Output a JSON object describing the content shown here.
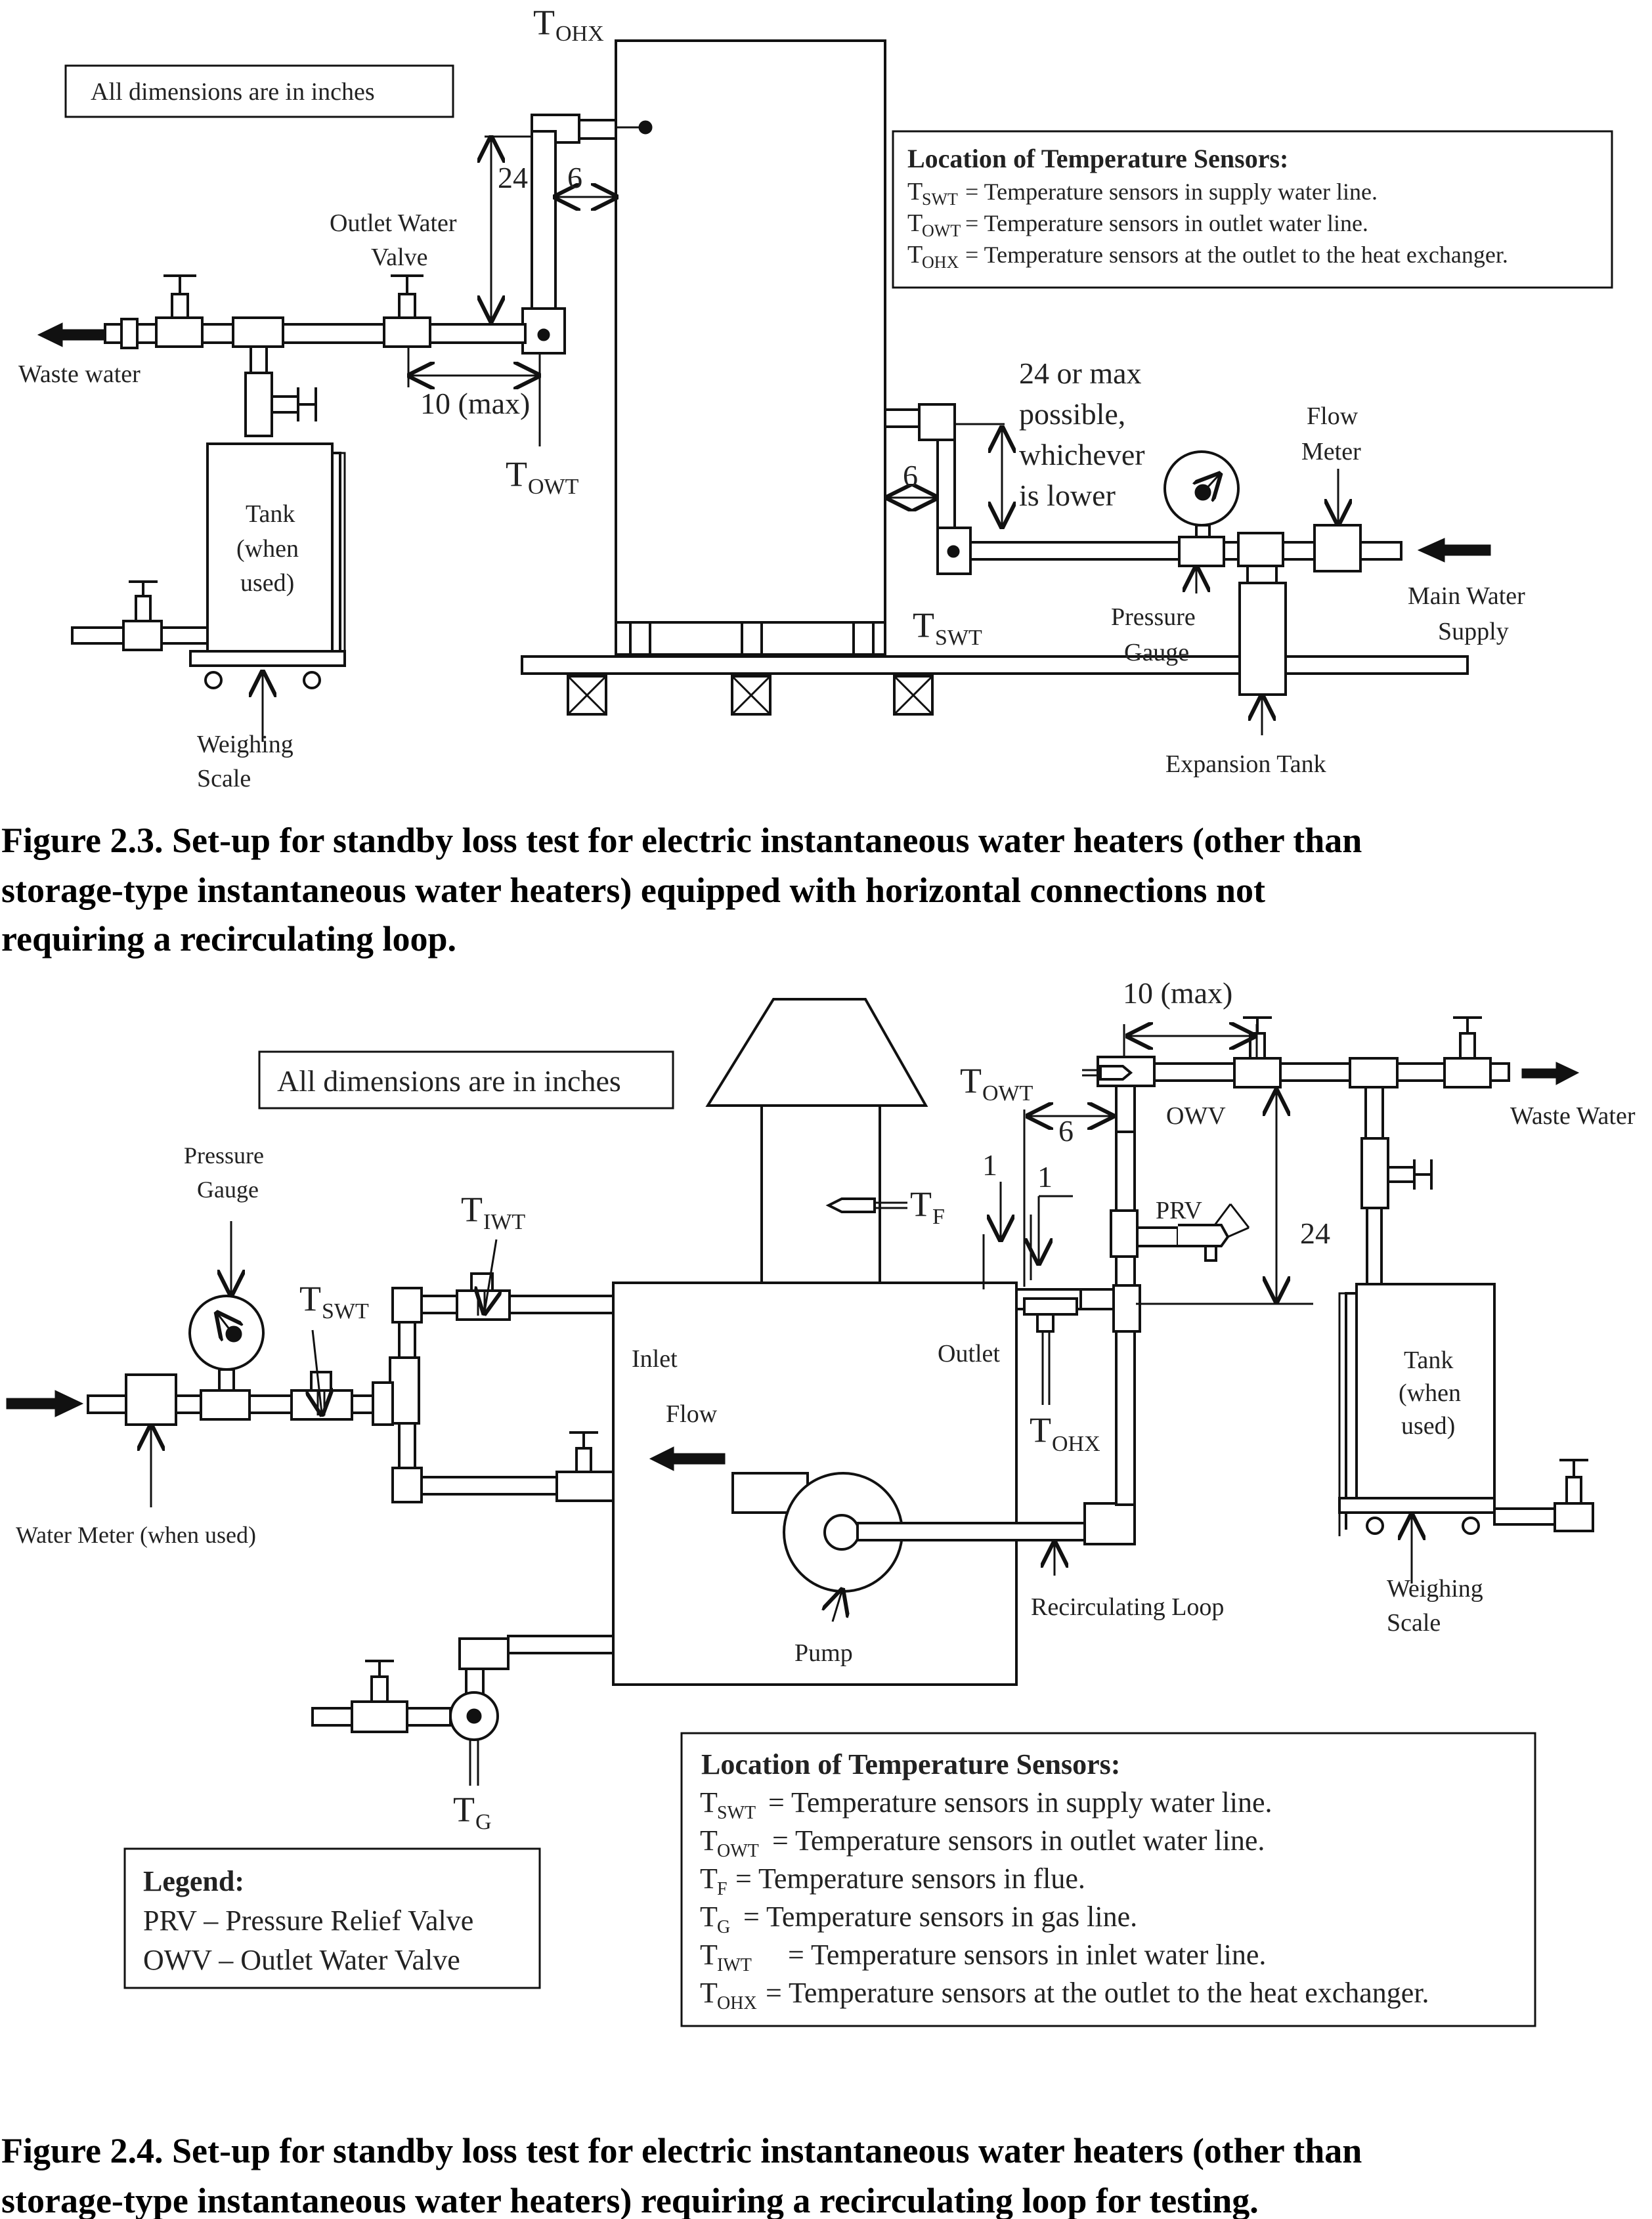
{
  "figure_top": {
    "dims_note": "All dimensions are in inches",
    "sensor_box": {
      "heading": "Location of Temperature Sensors:",
      "rows": [
        {
          "sym": "T",
          "sub": "SWT",
          "text": "= Temperature sensors in supply water line."
        },
        {
          "sym": "T",
          "sub": "OWT",
          "text": "= Temperature sensors in outlet water line."
        },
        {
          "sym": "T",
          "sub": "OHX",
          "text": "= Temperature sensors at the outlet to the heat exchanger."
        }
      ]
    },
    "labels": {
      "tohx": "T",
      "tohx_sub": "OHX",
      "towt": "T",
      "towt_sub": "OWT",
      "tswt": "T",
      "tswt_sub": "SWT",
      "outlet_valve_1": "Outlet Water",
      "outlet_valve_2": "Valve",
      "waste_water": "Waste water",
      "tank_1": "Tank",
      "tank_2": "(when",
      "tank_3": "used)",
      "weighing_1": "Weighing",
      "weighing_2": "Scale",
      "dim_24": "24",
      "dim_6a": "6",
      "dim_10": "10 (max)",
      "dim_6b": "6",
      "dim_24_note_1": "24 or max",
      "dim_24_note_2": "possible,",
      "dim_24_note_3": "whichever",
      "dim_24_note_4": "is lower",
      "flow_meter_1": "Flow",
      "flow_meter_2": "Meter",
      "pressure_gauge_1": "Pressure",
      "pressure_gauge_2": "Gauge",
      "main_supply_1": "Main Water",
      "main_supply_2": "Supply",
      "expansion_tank": "Expansion Tank"
    },
    "caption_lines": [
      "Figure 2.3.  Set-up for standby loss test for electric instantaneous water heaters (other than",
      "storage-type instantaneous water heaters) equipped with horizontal connections not",
      "requiring a recirculating loop."
    ]
  },
  "figure_bottom": {
    "dims_note": "All dimensions are in inches",
    "labels": {
      "dim_10": "10 (max)",
      "dim_6": "6",
      "dim_1a": "1",
      "dim_1b": "1",
      "dim_24": "24",
      "towt": "T",
      "towt_sub": "OWT",
      "owv": "OWV",
      "waste_water": "Waste Water",
      "tf": "T",
      "tf_sub": "F",
      "prv": "PRV",
      "pressure_gauge_1": "Pressure",
      "pressure_gauge_2": "Gauge",
      "tiwt": "T",
      "tiwt_sub": "IWT",
      "tswt": "T",
      "tswt_sub": "SWT",
      "inlet": "Inlet",
      "flow": "Flow",
      "outlet": "Outlet",
      "tohx": "T",
      "tohx_sub": "OHX",
      "water_meter": "Water Meter (when used)",
      "tank_1": "Tank",
      "tank_2": "(when",
      "tank_3": "used)",
      "weighing_1": "Weighing",
      "weighing_2": "Scale",
      "recirc_loop": "Recirculating Loop",
      "pump": "Pump",
      "tg": "T",
      "tg_sub": "G"
    },
    "sensor_box": {
      "heading": "Location of Temperature Sensors:",
      "rows": [
        {
          "sym": "T",
          "sub": "SWT",
          "text": "= Temperature sensors in supply water line."
        },
        {
          "sym": "T",
          "sub": "OWT",
          "text": "= Temperature sensors in outlet water line."
        },
        {
          "sym": "T",
          "sub": "F",
          "text": "= Temperature sensors in flue."
        },
        {
          "sym": "T",
          "sub": "G",
          "text": "= Temperature sensors in gas line."
        },
        {
          "sym": "T",
          "sub": "IWT",
          "text": "= Temperature sensors in inlet water line."
        },
        {
          "sym": "T",
          "sub": "OHX",
          "text": "= Temperature sensors at the outlet to the heat exchanger."
        }
      ]
    },
    "legend": {
      "heading": "Legend:",
      "rows": [
        "PRV – Pressure Relief Valve",
        "OWV – Outlet Water Valve"
      ]
    },
    "caption_lines": [
      "Figure 2.4.  Set-up for standby loss test for electric instantaneous water heaters (other than",
      "storage-type instantaneous water heaters) requiring a recirculating loop for testing."
    ]
  }
}
